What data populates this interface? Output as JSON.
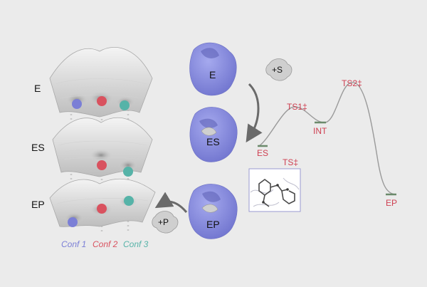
{
  "landscape": {
    "rows": [
      "E",
      "ES",
      "EP"
    ],
    "conformations": [
      {
        "label": "Conf 1",
        "color": "#7b7fd6"
      },
      {
        "label": "Conf 2",
        "color": "#d9525f"
      },
      {
        "label": "Conf 3",
        "color": "#56b3a8"
      }
    ]
  },
  "cycle": {
    "enzyme_labels": [
      "E",
      "ES",
      "EP"
    ],
    "substrate_label": "+S",
    "product_label": "+P",
    "enzyme_color": "#8a8fe0"
  },
  "profile": {
    "states": [
      "ES",
      "TS1‡",
      "INT",
      "TS2‡",
      "EP"
    ],
    "inset_label": "TS‡",
    "curve_color": "#9a9a9a",
    "label_color": "#cf4052",
    "level_color": "#6b8a6b"
  }
}
